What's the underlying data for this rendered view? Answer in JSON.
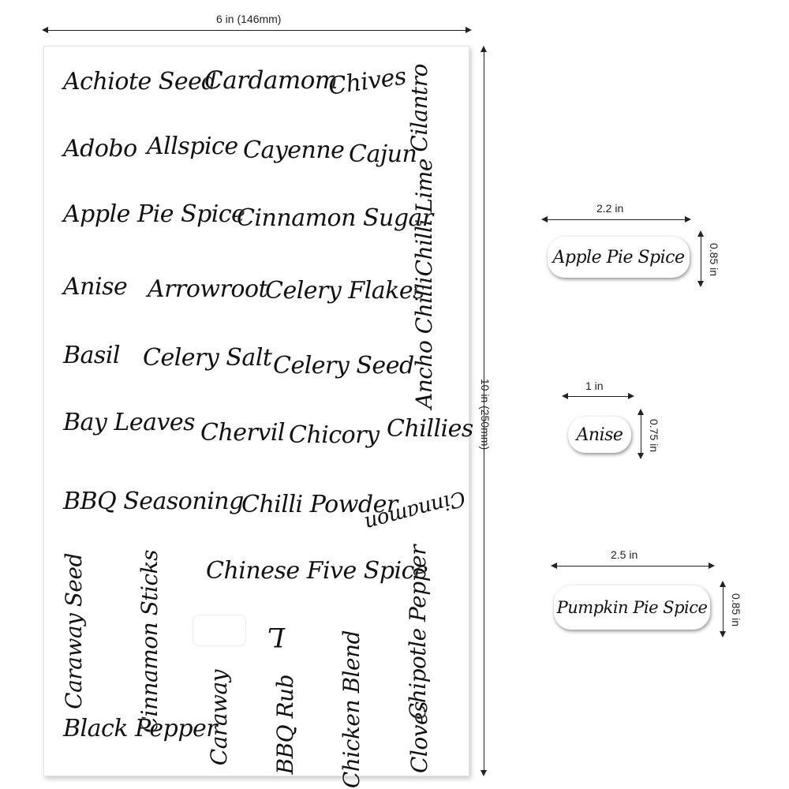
{
  "sheet": {
    "width_label": "6 in (146mm)",
    "height_label": "10 in (250mm)",
    "labels": [
      {
        "id": "achiote-seed",
        "text": "Achiote Seed"
      },
      {
        "id": "cardamom",
        "text": "Cardamom"
      },
      {
        "id": "chives",
        "text": "Chives"
      },
      {
        "id": "cilantro",
        "text": "Cilantro"
      },
      {
        "id": "adobo",
        "text": "Adobo"
      },
      {
        "id": "allspice",
        "text": "Allspice"
      },
      {
        "id": "cayenne",
        "text": "Cayenne"
      },
      {
        "id": "cajun",
        "text": "Cajun"
      },
      {
        "id": "chilli-lime",
        "text": "Chilli Lime"
      },
      {
        "id": "apple-pie-spice",
        "text": "Apple Pie Spice"
      },
      {
        "id": "cinnamon-sugar",
        "text": "Cinnamon Sugar"
      },
      {
        "id": "anise",
        "text": "Anise"
      },
      {
        "id": "arrowroot",
        "text": "Arrowroot"
      },
      {
        "id": "celery-flakes",
        "text": "Celery Flakes"
      },
      {
        "id": "ancho-chilli",
        "text": "Ancho Chilli"
      },
      {
        "id": "basil",
        "text": "Basil"
      },
      {
        "id": "celery-salt",
        "text": "Celery Salt"
      },
      {
        "id": "celery-seed",
        "text": "Celery Seed"
      },
      {
        "id": "bay-leaves",
        "text": "Bay Leaves"
      },
      {
        "id": "chervil",
        "text": "Chervil"
      },
      {
        "id": "chicory",
        "text": "Chicory"
      },
      {
        "id": "chillies",
        "text": "Chillies"
      },
      {
        "id": "bbq-seasoning",
        "text": "BBQ Seasoning"
      },
      {
        "id": "chilli-powder",
        "text": "Chilli Powder"
      },
      {
        "id": "cinnamon",
        "text": "Cinnamon"
      },
      {
        "id": "caraway-seed",
        "text": "Caraway Seed"
      },
      {
        "id": "cinnamon-sticks",
        "text": "Cinnamon Sticks"
      },
      {
        "id": "chinese-five-spice",
        "text": "Chinese Five Spice"
      },
      {
        "id": "chipotle-pepper",
        "text": "Chipotle Pepper"
      },
      {
        "id": "mark-l",
        "text": "L"
      },
      {
        "id": "caraway",
        "text": "Caraway"
      },
      {
        "id": "bbq-rub",
        "text": "BBQ Rub"
      },
      {
        "id": "chicken-blend",
        "text": "Chicken Blend"
      },
      {
        "id": "cloves",
        "text": "Cloves"
      },
      {
        "id": "black-pepper",
        "text": "Black Pepper"
      }
    ]
  },
  "samples": [
    {
      "text": "Apple Pie Spice",
      "width_label": "2.2 in",
      "height_label": "0.85 in"
    },
    {
      "text": "Anise",
      "width_label": "1 in",
      "height_label": "0.75 in"
    },
    {
      "text": "Pumpkin Pie Spice",
      "width_label": "2.5 in",
      "height_label": "0.85 in"
    }
  ]
}
